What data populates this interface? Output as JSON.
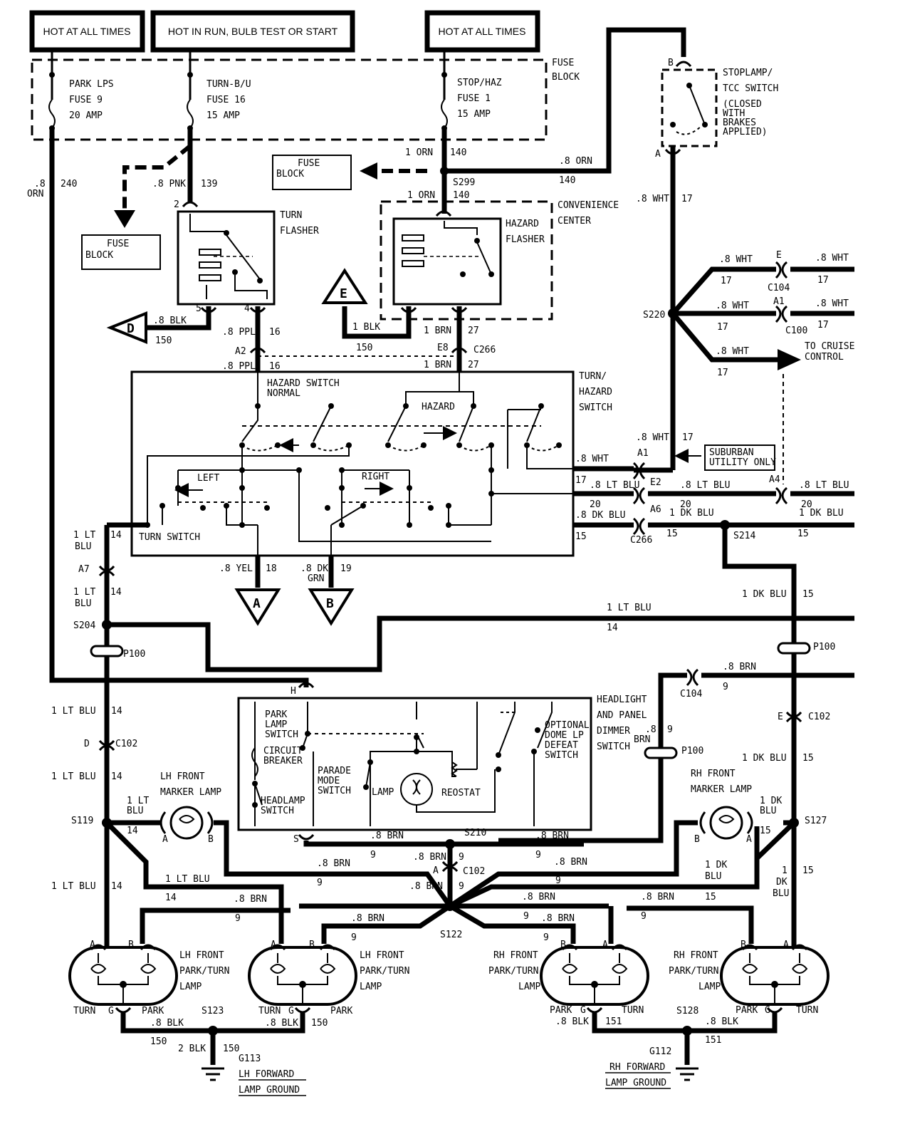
{
  "headers": {
    "hot_left": "HOT AT ALL TIMES",
    "hot_mid": "HOT IN RUN, BULB TEST OR START",
    "hot_right": "HOT AT ALL TIMES"
  },
  "fuse_block": {
    "label_1": "FUSE",
    "label_2": "BLOCK",
    "fuse9": [
      "PARK LPS",
      "FUSE 9",
      "20 AMP"
    ],
    "fuse16": [
      "TURN-B/U",
      "FUSE 16",
      "15 AMP"
    ],
    "fuse1": [
      "STOP/HAZ",
      "FUSE 1",
      "15 AMP"
    ]
  },
  "stoplamp": {
    "title_1": "STOPLAMP/",
    "title_2": "TCC SWITCH",
    "note": [
      "(CLOSED",
      "WITH",
      "BRAKES",
      "APPLIED)"
    ],
    "pin_top": "B",
    "pin_bottom": "A"
  },
  "wires": {
    "w240_a": ".8",
    "w240_b": "ORN",
    "w240_c": "240",
    "w139_a": ".8 PNK",
    "w139_b": "139",
    "w140_top_a": "1 ORN",
    "w140_top_b": "140",
    "w140_right_a": ".8 ORN",
    "w140_right_b": "140",
    "w140_low_a": "1 ORN",
    "w140_low_b": "140",
    "s299": "S299",
    "w17_a": ".8 WHT",
    "w17_b": "17",
    "w150_blk_a": ".8 BLK",
    "w150_blk_b": "150",
    "w16_a": ".8 PPL",
    "w16_b": "16",
    "w27_a": "1 BRN",
    "w27_b": "27",
    "w150e_a": "1 BLK",
    "w150e_b": "150",
    "c266": "C266",
    "a2": "A2",
    "e8": "E8",
    "w18_a": ".8 YEL",
    "w18_b": "18",
    "w19_a": ".8 DK",
    "w19_b": "GRN",
    "w19_c": "19",
    "w14_a": "1 LT",
    "w14_b": "BLU",
    "w14_c": "14",
    "a7": "A7",
    "s204": "S204",
    "p100": "P100",
    "w14_long": "1 LT BLU",
    "w15_right": "1 DK BLU",
    "w15_num": "15",
    "brn": ".8 BRN",
    "nine": "9"
  },
  "fuse_block_boxes": {
    "left": [
      "FUSE",
      "BLOCK"
    ],
    "mid": [
      "FUSE",
      "BLOCK"
    ]
  },
  "turn_flasher": {
    "title": [
      "TURN",
      "FLASHER"
    ],
    "pin2": "2",
    "pin4": "4",
    "pin5": "5"
  },
  "hazard_flasher": {
    "title": [
      "HAZARD",
      "FLASHER"
    ]
  },
  "convenience": [
    "CONVENIENCE",
    "CENTER"
  ],
  "splice_s220": "S220",
  "right_conn": {
    "c104": "C104",
    "c100": "C100",
    "e": "E",
    "a1": "A1",
    "wht": ".8 WHT",
    "n17": "17",
    "cruise": [
      "TO CRUISE",
      "CONTROL"
    ]
  },
  "turn_hazard_switch": {
    "title": [
      "TURN/",
      "HAZARD",
      "SWITCH"
    ],
    "normal": [
      "HAZARD SWITCH",
      "NORMAL"
    ],
    "hazard": "HAZARD",
    "left": "LEFT",
    "right": "RIGHT",
    "turn_switch": "TURN SWITCH"
  },
  "suburban": [
    "SUBURBAN",
    "UTILITY ONLY"
  ],
  "c266_pins": {
    "a1": "A1",
    "e2": "E2",
    "a6": "A6",
    "a4": "A4",
    "w17": ".8 WHT",
    "n17": "17",
    "w20": ".8 LT BLU",
    "n20": "20",
    "w15": ".8 DK BLU",
    "n15": "15",
    "w15b": "1 DK BLU",
    "s214": "S214"
  },
  "markers": {
    "a": "A",
    "b": "B",
    "d": "D",
    "e": "E"
  },
  "headlight_switch": {
    "title": [
      "HEADLIGHT",
      "AND PANEL",
      "DIMMER",
      "SWITCH"
    ],
    "park": [
      "PARK",
      "LAMP",
      "SWITCH"
    ],
    "breaker": [
      "CIRCUIT",
      "BREAKER"
    ],
    "headlamp": [
      "HEADLAMP",
      "SWITCH"
    ],
    "parade": [
      "PARADE",
      "MODE",
      "SWITCH"
    ],
    "lamp": "LAMP",
    "reostat": "REOSTAT",
    "dome": [
      "OPTIONAL",
      "DOME LP",
      "DEFEAT",
      "SWITCH"
    ],
    "pin_h": "H",
    "pin_s": "S"
  },
  "lower": {
    "c102": "C102",
    "d": "D",
    "s119": "S119",
    "s127": "S127",
    "s210": "S210",
    "s122": "S122",
    "s123": "S123",
    "s128": "S128",
    "a": "A",
    "b": "B",
    "g": "G",
    "lh_marker": [
      "LH FRONT",
      "MARKER LAMP"
    ],
    "rh_marker": [
      "RH FRONT",
      "MARKER LAMP"
    ],
    "lh_park1": [
      "LH FRONT",
      "PARK/TURN",
      "LAMP"
    ],
    "lh_park2": [
      "LH FRONT",
      "PARK/TURN",
      "LAMP"
    ],
    "rh_park1": [
      "RH FRONT",
      "PARK/TURN",
      "LAMP"
    ],
    "rh_park2": [
      "RH FRONT",
      "PARK/TURN",
      "LAMP"
    ],
    "turn": "TURN",
    "park": "PARK",
    "blk": ".8 BLK",
    "n150": "150",
    "n151": "151",
    "blk2": "2 BLK",
    "g113": [
      "G113",
      "LH FORWARD",
      "LAMP GROUND"
    ],
    "g112": [
      "G112",
      "RH FORWARD",
      "LAMP GROUND"
    ],
    "dk1": "1 DK",
    "dk2": "BLU"
  }
}
